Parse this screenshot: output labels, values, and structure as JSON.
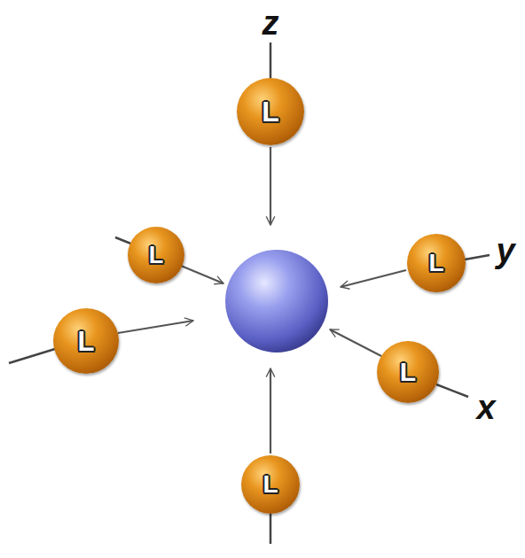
{
  "diagram": {
    "nodes": [
      {
        "text": [
          "L"
        ]
      },
      {
        "text": [
          "L"
        ]
      },
      {
        "text": [
          "L"
        ]
      },
      {
        "text": [
          "L"
        ]
      },
      {
        "text": [
          "L"
        ]
      },
      {
        "text": [
          "L"
        ]
      }
    ],
    "labels": [
      "z",
      "y",
      "x"
    ]
  }
}
